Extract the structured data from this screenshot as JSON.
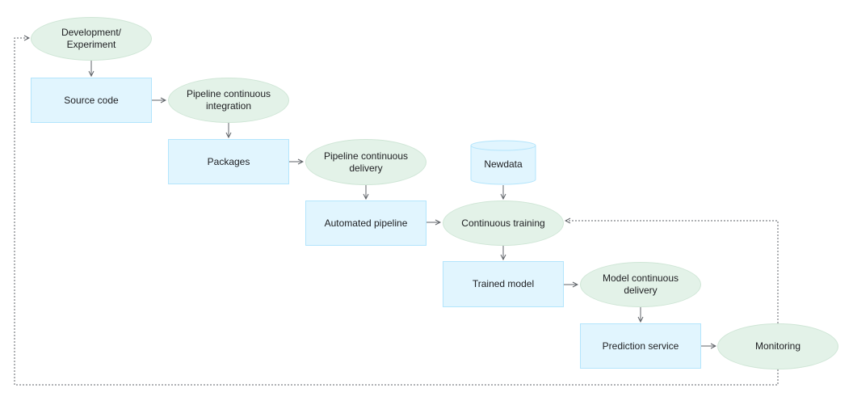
{
  "nodes": {
    "development_experiment": "Development/\nExperiment",
    "source_code": "Source code",
    "pipeline_ci": "Pipeline continuous\nintegration",
    "packages": "Packages",
    "pipeline_cd": "Pipeline continuous\ndelivery",
    "newdata": "Newdata",
    "automated_pipeline": "Automated pipeline",
    "continuous_training": "Continuous training",
    "trained_model": "Trained model",
    "model_cd": "Model continuous\ndelivery",
    "prediction_service": "Prediction service",
    "monitoring": "Monitoring"
  },
  "colors": {
    "box_fill": "#e1f5fe",
    "oval_fill": "#e3f2e8",
    "cylinder_fill": "#e1f5fe",
    "arrow": "#5f6368"
  }
}
